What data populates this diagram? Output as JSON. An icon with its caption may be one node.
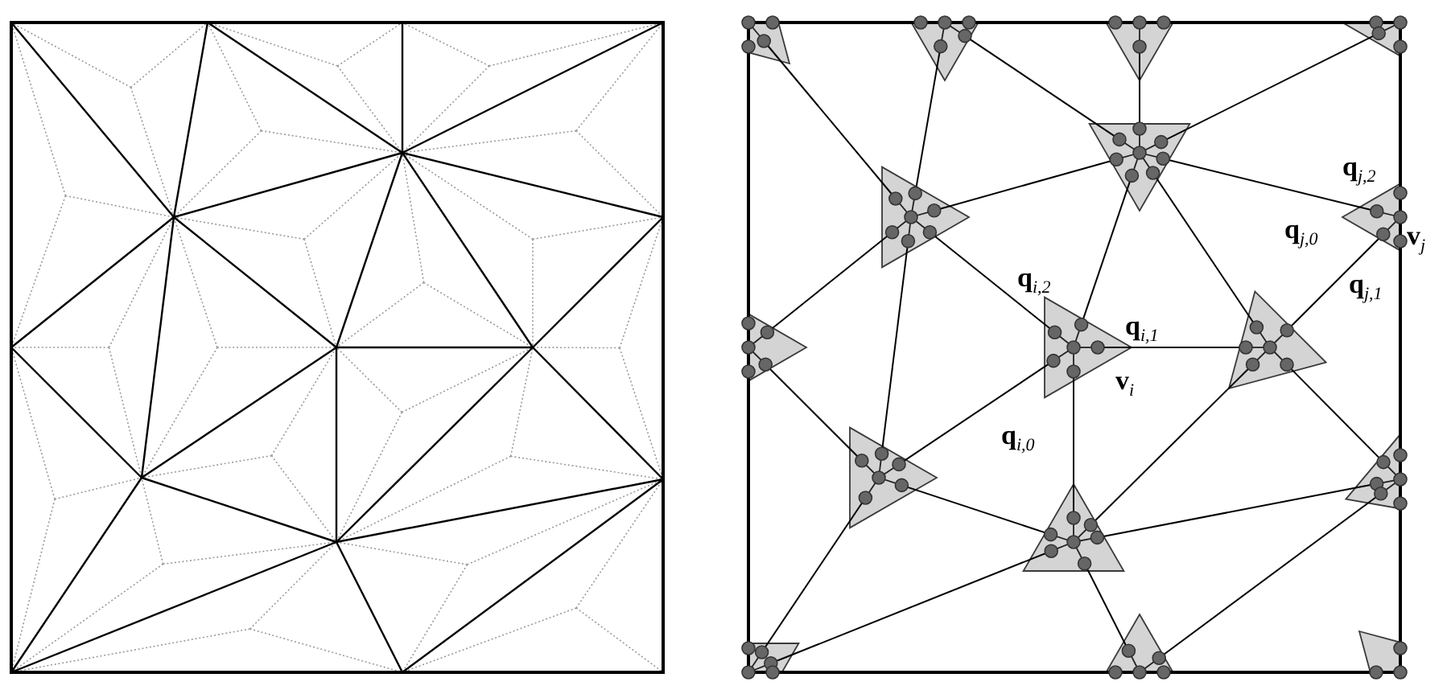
{
  "diagram": {
    "labels": [
      "**q**$_{i,2}$",
      "**q**$_{i,1}$",
      "**v**$_{i}$",
      "**q**$_{i,0}$",
      "**q**$_{j,2}$",
      "**q**$_{j,0}$",
      "**v**$_{j}$",
      "**q**$_{j,1}$"
    ]
  }
}
